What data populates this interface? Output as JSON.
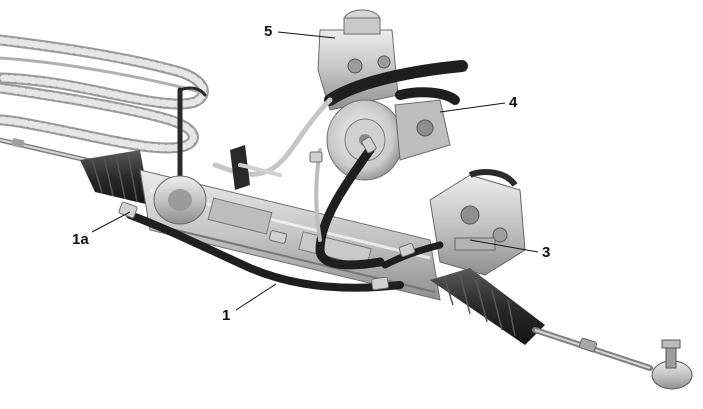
{
  "colors": {
    "background": "#ffffff",
    "metal_light": "#d9d9d9",
    "metal_mid": "#b7b7b7",
    "metal_dark": "#8e8e8e",
    "boot": "#2b2b2b",
    "hose": "#1f1f1f",
    "line_ink": "#111111"
  },
  "callouts": [
    {
      "id": "c1",
      "label": "1"
    },
    {
      "id": "c1a",
      "label": "1a"
    },
    {
      "id": "c3",
      "label": "3"
    },
    {
      "id": "c4",
      "label": "4"
    },
    {
      "id": "c5",
      "label": "5"
    }
  ]
}
